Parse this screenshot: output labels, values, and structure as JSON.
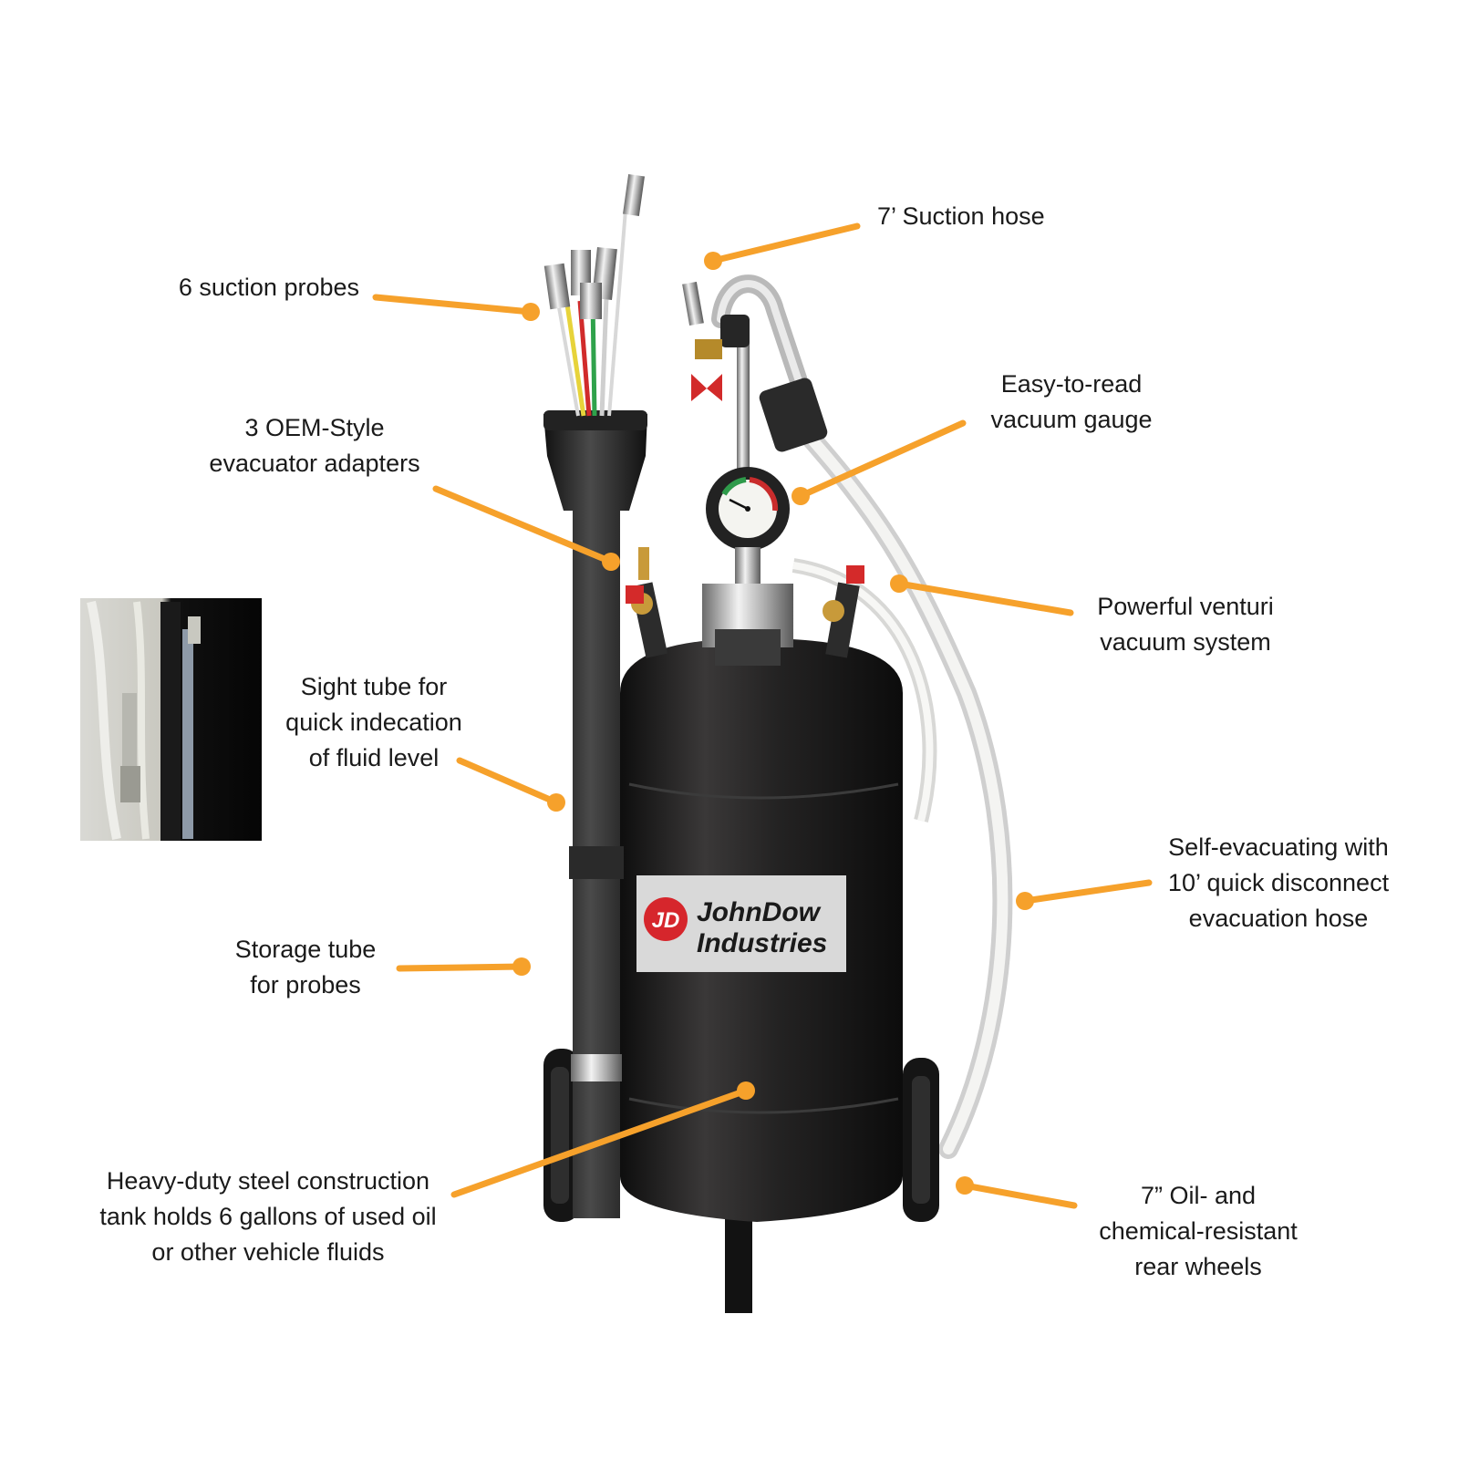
{
  "brand": {
    "logo_mark": "JD",
    "name_line1": "JohnDow",
    "name_line2": "Industries"
  },
  "colors": {
    "callout": "#f6a12b",
    "tank": "#1c1b1b",
    "logo_red": "#d6262c"
  },
  "callouts": [
    {
      "id": "suction-hose",
      "lines": [
        "7’ Suction hose"
      ]
    },
    {
      "id": "suction-probes",
      "lines": [
        "6 suction probes"
      ]
    },
    {
      "id": "vacuum-gauge",
      "lines": [
        "Easy-to-read",
        "vacuum gauge"
      ]
    },
    {
      "id": "oem-adapters",
      "lines": [
        "3 OEM-Style",
        "evacuator adapters"
      ]
    },
    {
      "id": "venturi",
      "lines": [
        "Powerful venturi",
        "vacuum system"
      ]
    },
    {
      "id": "sight-tube",
      "lines": [
        "Sight tube for",
        "quick indecation",
        "of fluid level"
      ]
    },
    {
      "id": "evacuation-hose",
      "lines": [
        "Self-evacuating with",
        "10’ quick disconnect",
        "evacuation hose"
      ]
    },
    {
      "id": "storage-tube",
      "lines": [
        "Storage tube",
        "for probes"
      ]
    },
    {
      "id": "tank",
      "lines": [
        "Heavy-duty steel construction",
        "tank holds 6 gallons of used oil",
        "or other vehicle fluids"
      ]
    },
    {
      "id": "rear-wheels",
      "lines": [
        "7” Oil- and",
        "chemical-resistant",
        "rear wheels"
      ]
    }
  ]
}
